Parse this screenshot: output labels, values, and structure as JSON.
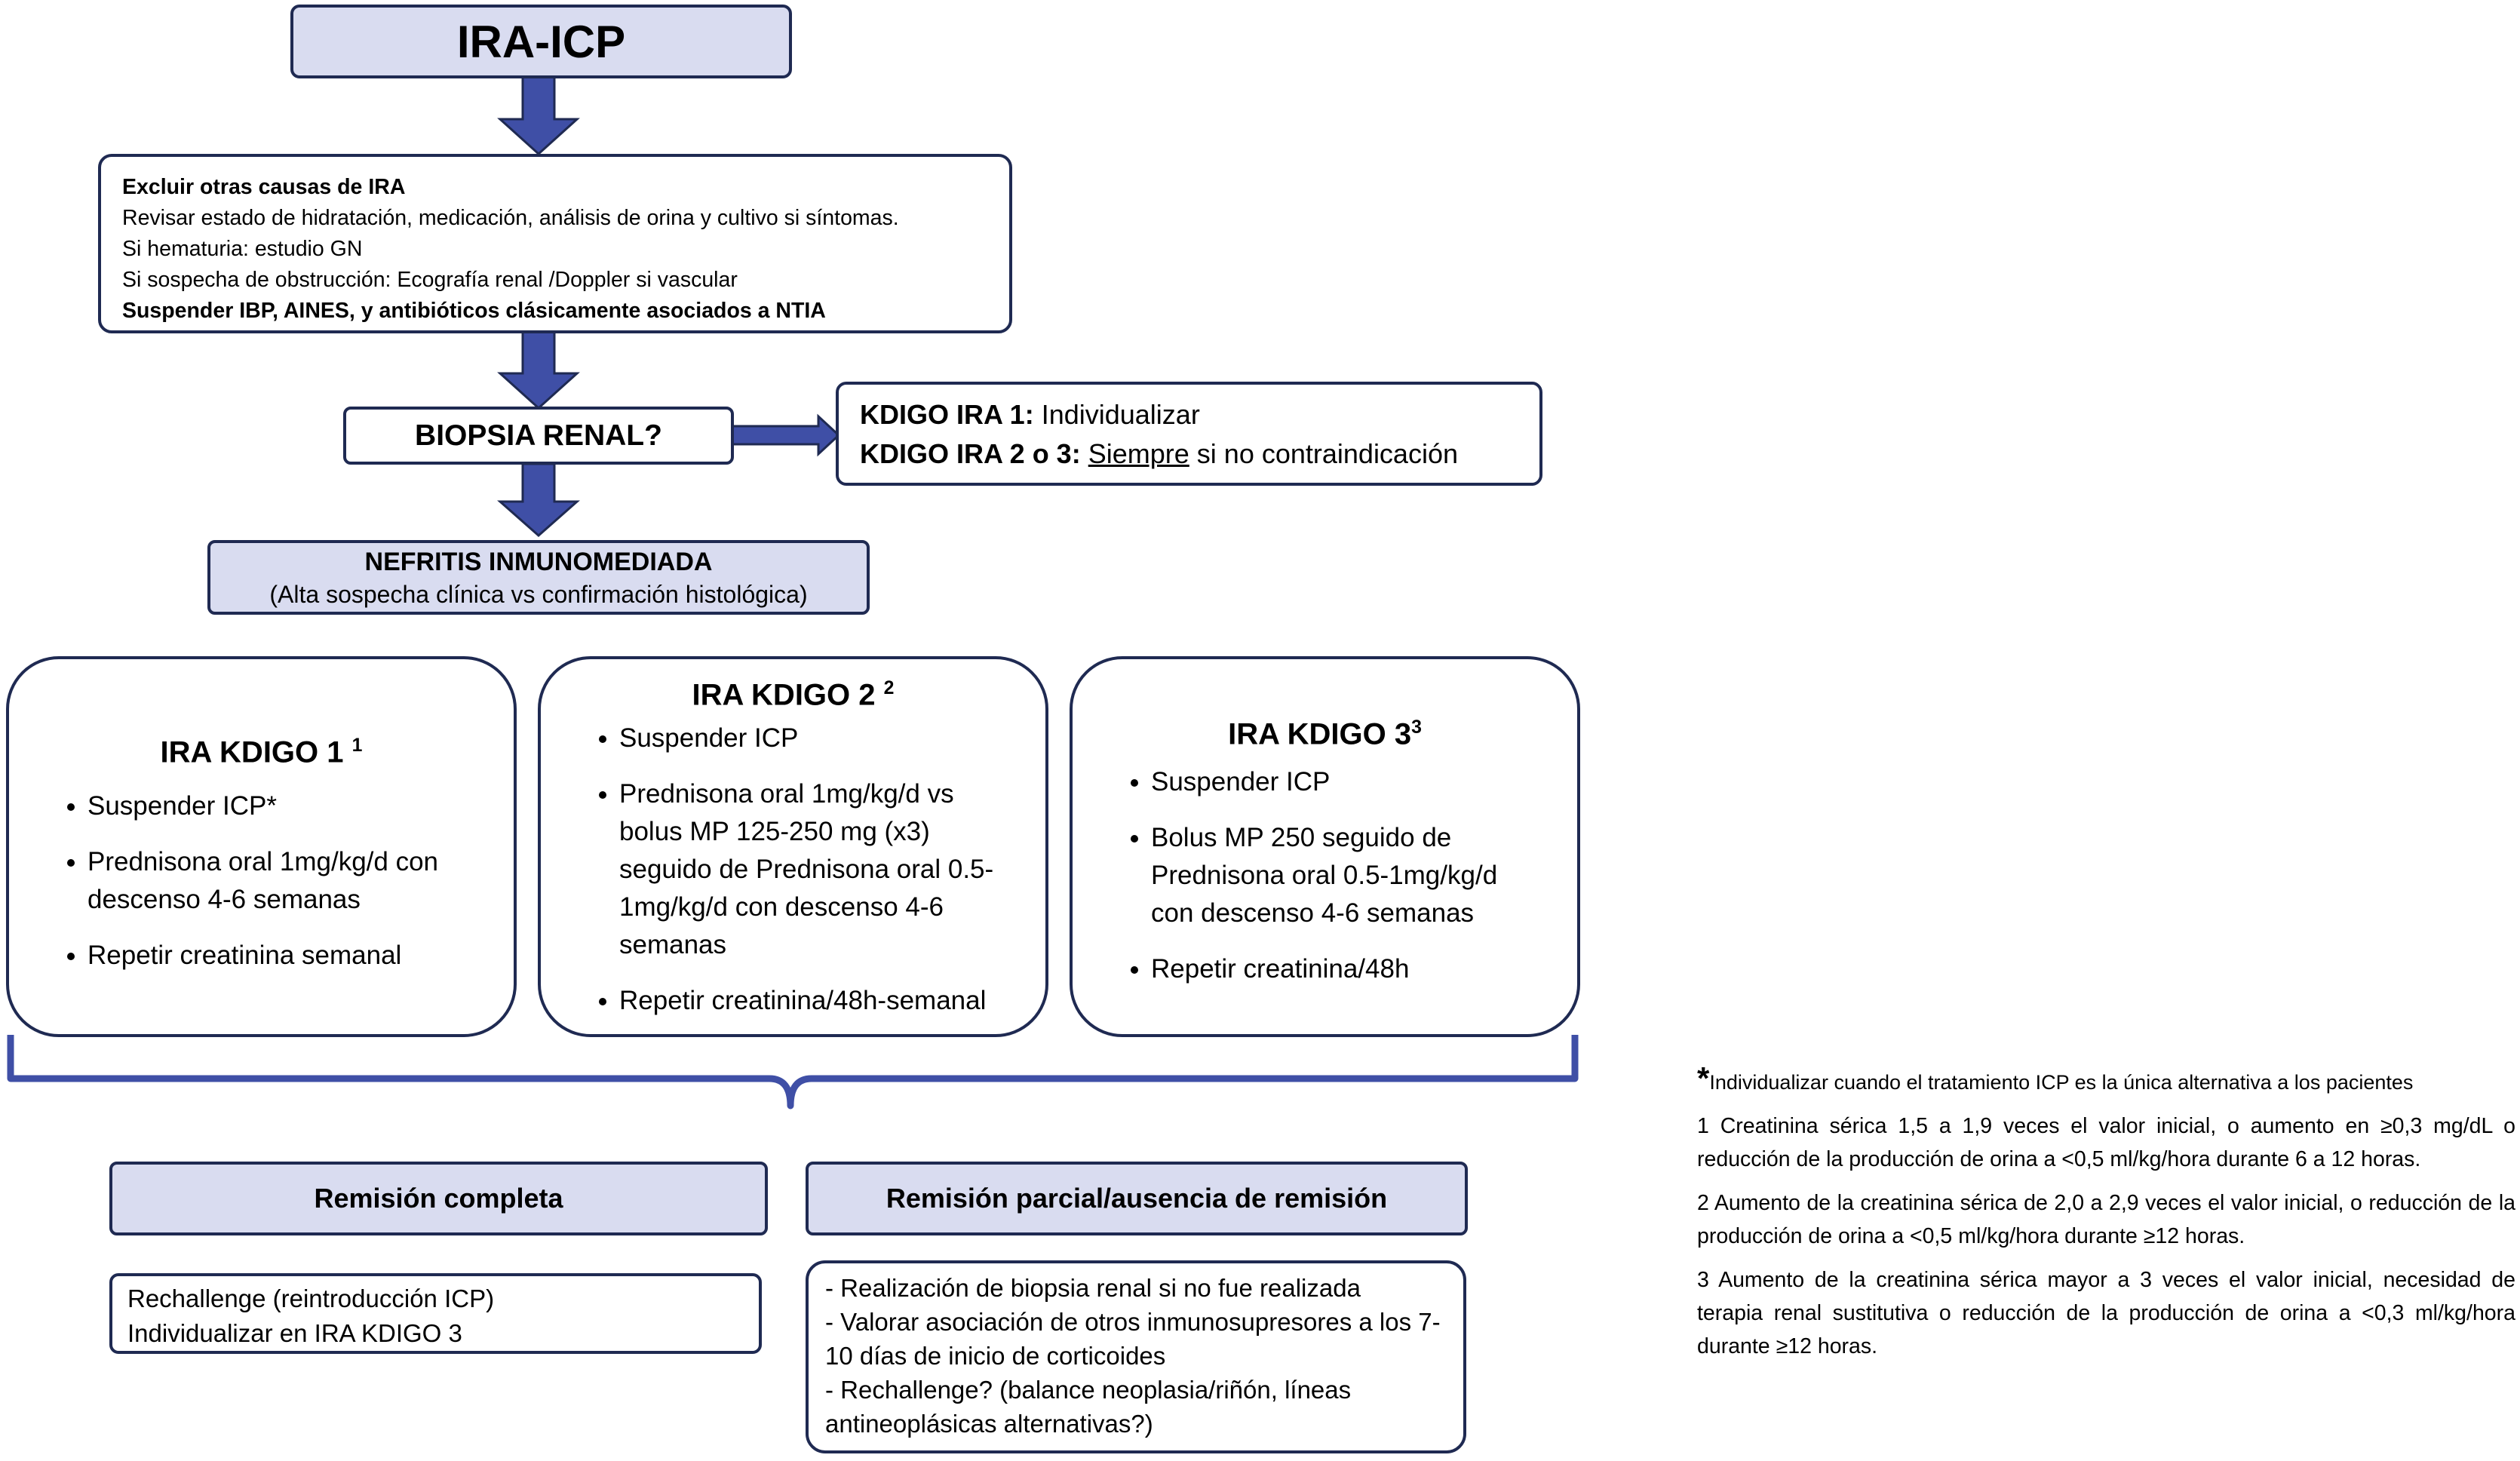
{
  "title": "IRA-ICP",
  "exclude_box": {
    "heading": "Excluir otras causas de IRA",
    "lines": [
      "Revisar estado de hidratación, medicación, análisis de orina y cultivo si síntomas.",
      "Si hematuria: estudio GN",
      "Si sospecha de obstrucción: Ecografía renal /Doppler si vascular"
    ],
    "bold_line": "Suspender IBP, AINES, y antibióticos clásicamente asociados a NTIA"
  },
  "biopsy": {
    "question": "BIOPSIA RENAL?",
    "kdigo1_label": "KDIGO IRA 1:",
    "kdigo1_text": "Individualizar",
    "kdigo23_label": "KDIGO IRA 2 o 3:",
    "kdigo23_underlined": "Siempre",
    "kdigo23_text": "si no contraindicación"
  },
  "nephritis": {
    "title": "NEFRITIS INMUNOMEDIADA",
    "subtitle": "(Alta sospecha clínica vs confirmación histológica)"
  },
  "kdigo_cards": [
    {
      "title": "IRA KDIGO 1",
      "sup": "1",
      "items": [
        "Suspender ICP*",
        "Prednisona oral  1mg/kg/d con descenso 4-6 semanas",
        "Repetir creatinina semanal"
      ]
    },
    {
      "title": "IRA KDIGO 2",
      "sup": "2",
      "items": [
        "Suspender ICP",
        "Prednisona oral  1mg/kg/d vs bolus MP 125-250 mg (x3) seguido de Prednisona oral  0.5-1mg/kg/d con descenso 4-6 semanas",
        "Repetir creatinina/48h-semanal"
      ]
    },
    {
      "title": "IRA KDIGO 3",
      "sup": "3",
      "items": [
        "Suspender ICP",
        "Bolus MP 250 seguido de Prednisona oral  0.5-1mg/kg/d con descenso 4-6 semanas",
        "Repetir creatinina/48h"
      ]
    }
  ],
  "remission_complete": {
    "title": "Remisión completa",
    "lines": [
      "Rechallenge (reintroducción ICP)",
      "Individualizar en IRA KDIGO 3"
    ]
  },
  "remission_partial": {
    "title": "Remisión parcial/ausencia de remisión",
    "lines": [
      "- Realización de biopsia renal si no fue realizada",
      "- Valorar asociación de otros inmunosupresores a los 7-10 días de inicio de corticoides",
      "- Rechallenge? (balance neoplasia/riñón, líneas antineoplásicas alternativas?)"
    ]
  },
  "notes": {
    "star": "*",
    "star_text": "Individualizar cuando el tratamiento ICP es la única alternativa a los pacientes",
    "n1": "1 Creatinina sérica 1,5 a 1,9 veces el valor inicial, o aumento en ≥0,3 mg/dL o reducción de la producción de orina a <0,5 ml/kg/hora durante 6 a 12 horas.",
    "n2": "2 Aumento de la creatinina sérica de 2,0 a 2,9 veces el valor inicial, o reducción de la producción de orina a <0,5 ml/kg/hora durante ≥12 horas.",
    "n3": "3 Aumento de la creatinina sérica mayor a 3 veces el valor inicial, necesidad de terapia renal sustitutiva o reducción de la producción de orina a <0,3 ml/kg/hora durante ≥12 horas."
  },
  "colors": {
    "arrow": "#3f4fa6",
    "arrow_outline": "#1f2a52",
    "box_border": "#1f2a52",
    "lavender": "#d9dcf0"
  }
}
